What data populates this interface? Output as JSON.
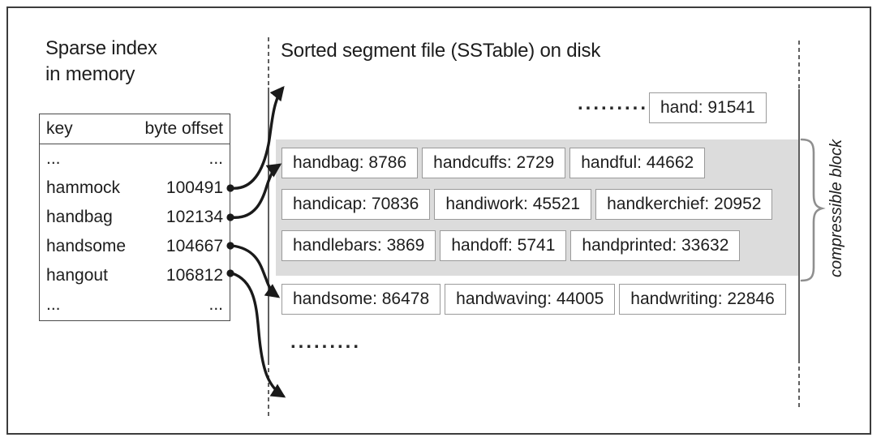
{
  "titles": {
    "left_line1": "Sparse index",
    "left_line2": "in memory",
    "right": "Sorted segment file (SSTable) on disk"
  },
  "index_table": {
    "header_key": "key",
    "header_offset": "byte offset",
    "rows": [
      {
        "key": "...",
        "offset": "..."
      },
      {
        "key": "hammock",
        "offset": "100491"
      },
      {
        "key": "handbag",
        "offset": "102134"
      },
      {
        "key": "handsome",
        "offset": "104667"
      },
      {
        "key": "hangout",
        "offset": "106812"
      },
      {
        "key": "...",
        "offset": "..."
      }
    ]
  },
  "sstable": {
    "ellipsis_top": ".........",
    "entry_top": "hand: 91541",
    "block_rows": [
      [
        "handbag: 8786",
        "handcuffs: 2729",
        "handful: 44662"
      ],
      [
        "handicap: 70836",
        "handiwork: 45521",
        "handkerchief: 20952"
      ],
      [
        "handlebars: 3869",
        "handoff: 5741",
        "handprinted: 33632"
      ]
    ],
    "row_after_block": [
      "handsome: 86478",
      "handwaving: 44005",
      "handwriting: 22846"
    ],
    "ellipsis_bottom": "........."
  },
  "labels": {
    "compressible_block": "compressible block"
  },
  "colors": {
    "block_fill": "#dcdcdc",
    "box_border": "#9a9a9a",
    "ink": "#1d1d1d",
    "brace": "#8f8f8f",
    "boundary_line": "#4f4f4f"
  }
}
